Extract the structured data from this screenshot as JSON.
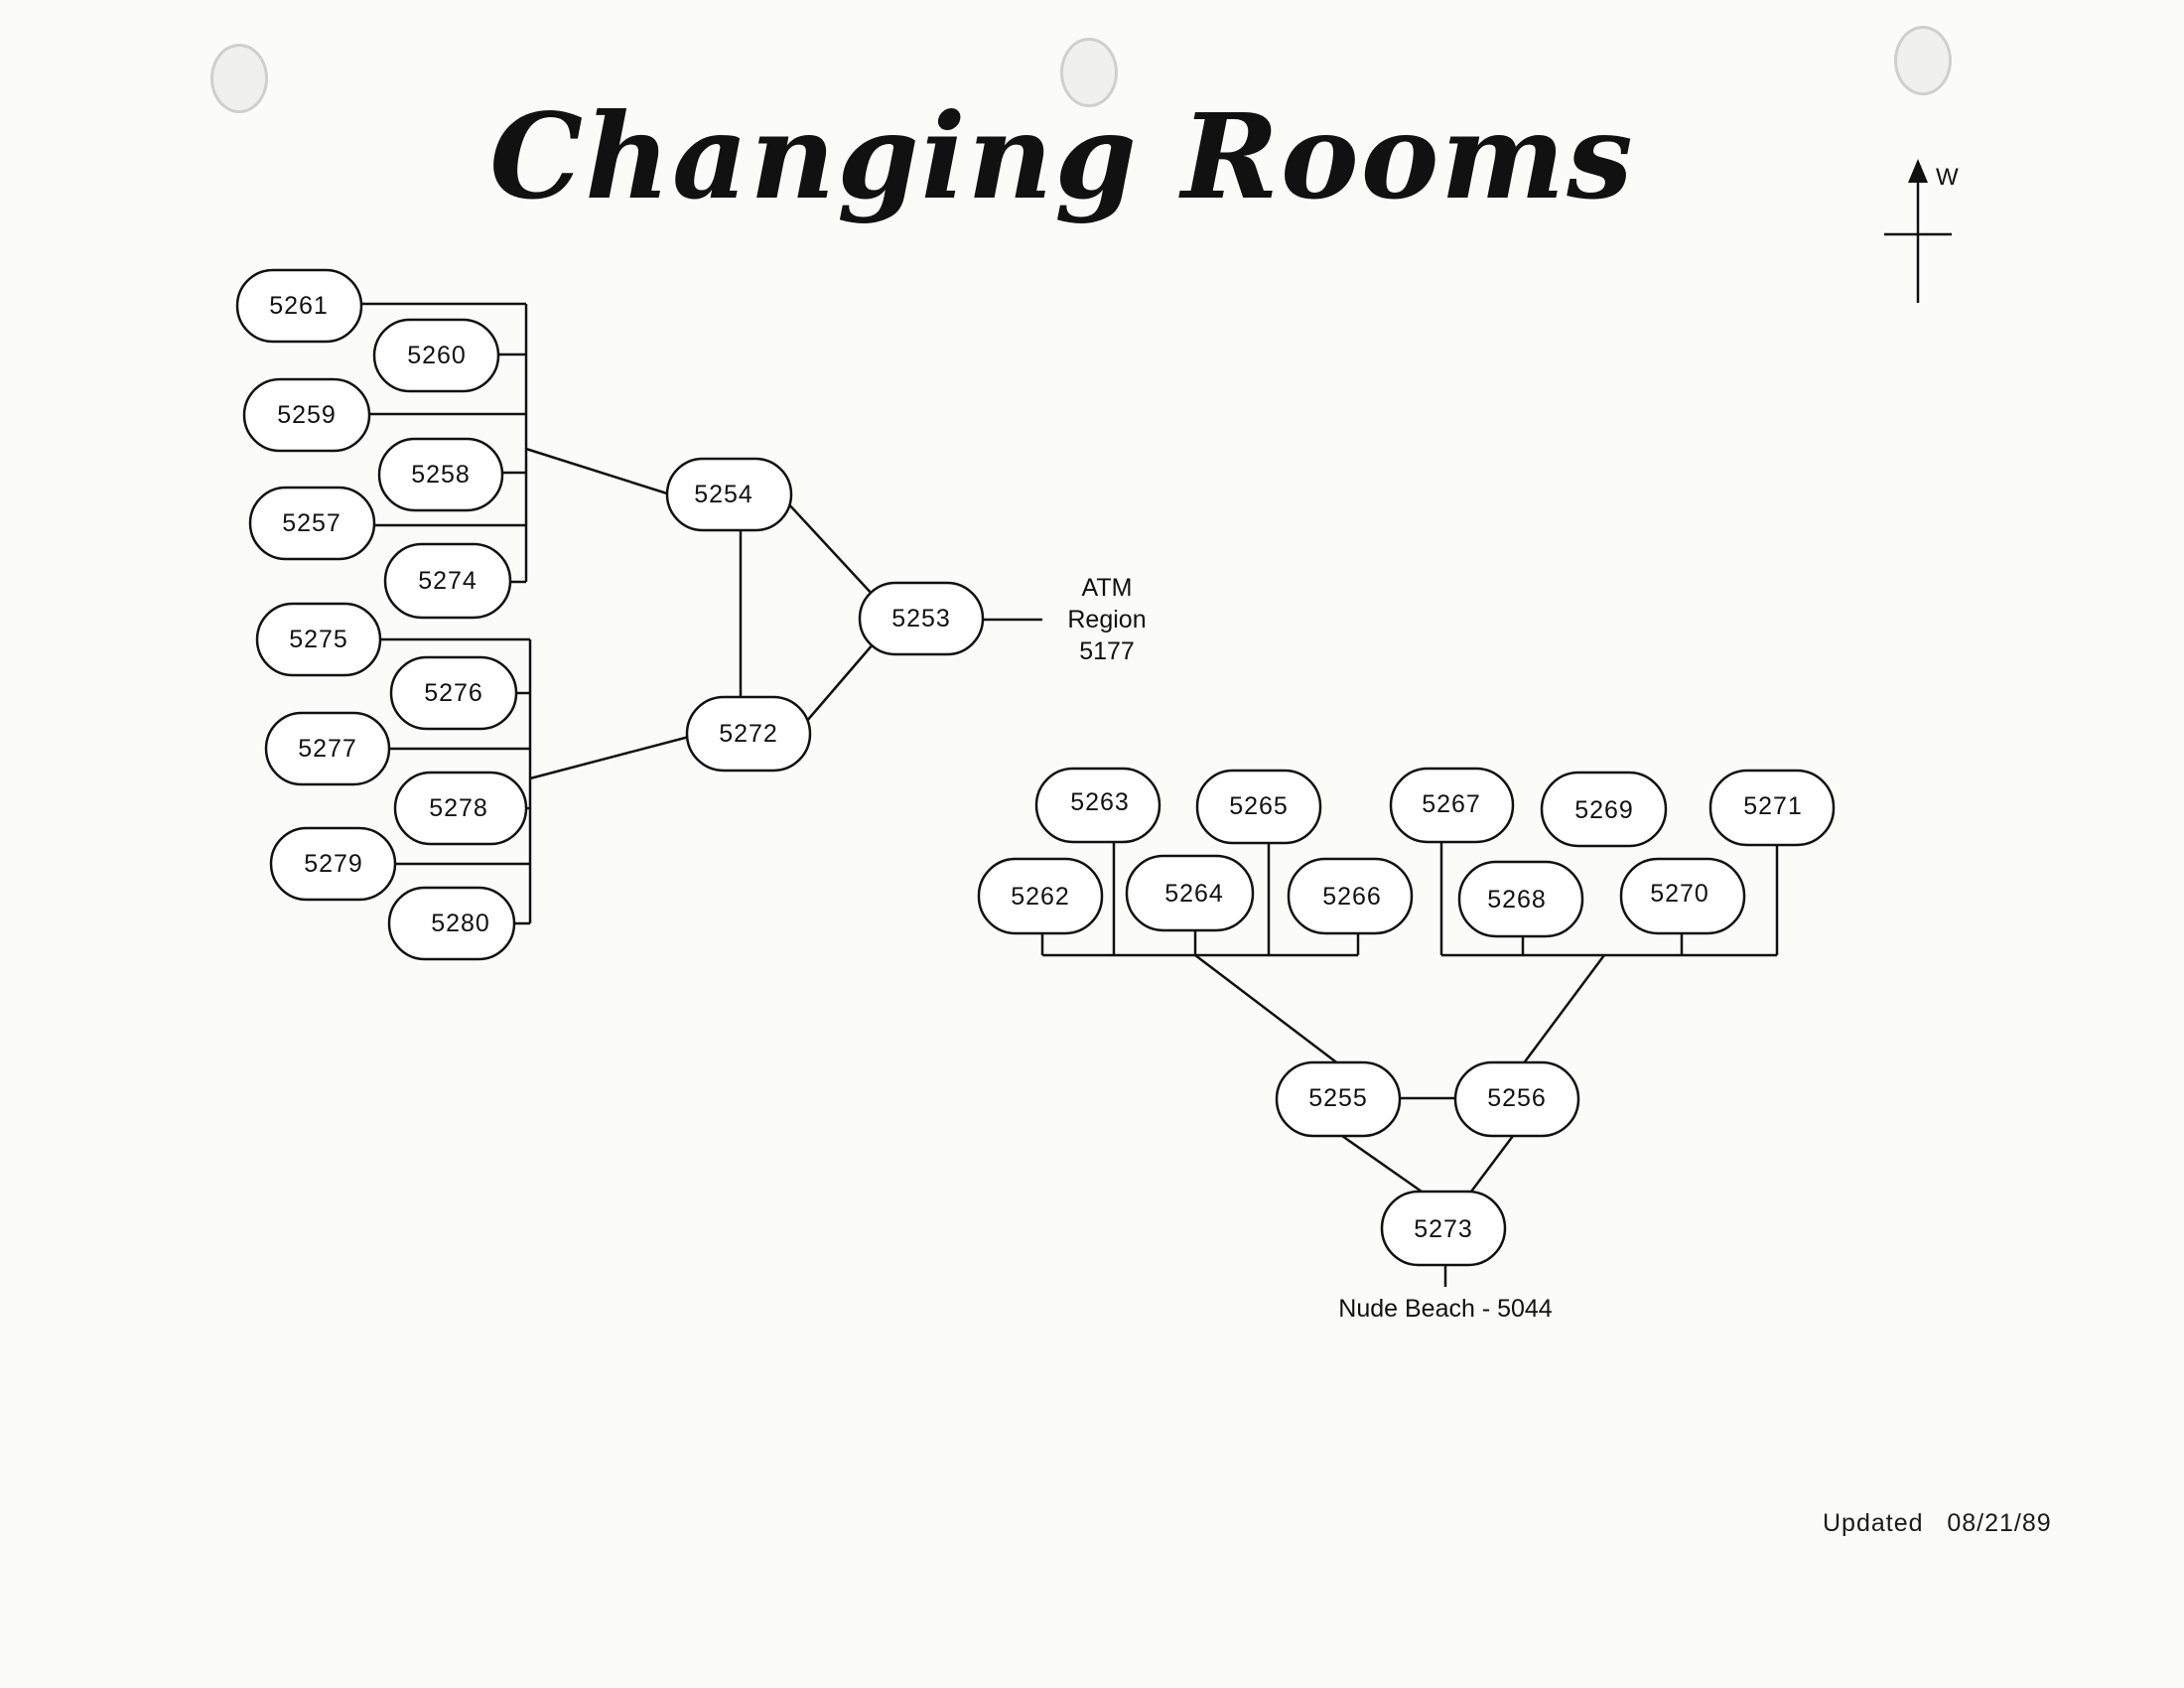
{
  "title": "Changing Rooms",
  "compass": {
    "label": "W"
  },
  "nodes": {
    "n5261": "5261",
    "n5260": "5260",
    "n5259": "5259",
    "n5258": "5258",
    "n5257": "5257",
    "n5274": "5274",
    "n5275": "5275",
    "n5276": "5276",
    "n5277": "5277",
    "n5278": "5278",
    "n5279": "5279",
    "n5280": "5280",
    "n5254": "5254",
    "n5253": "5253",
    "n5272": "5272",
    "n5263": "5263",
    "n5265": "5265",
    "n5267": "5267",
    "n5269": "5269",
    "n5271": "5271",
    "n5262": "5262",
    "n5264": "5264",
    "n5266": "5266",
    "n5268": "5268",
    "n5270": "5270",
    "n5255": "5255",
    "n5256": "5256",
    "n5273": "5273"
  },
  "exits": {
    "atm": [
      "ATM",
      "Region",
      "5177"
    ],
    "beach": "Nude Beach - 5044"
  },
  "updated": "Updated   08/21/89"
}
